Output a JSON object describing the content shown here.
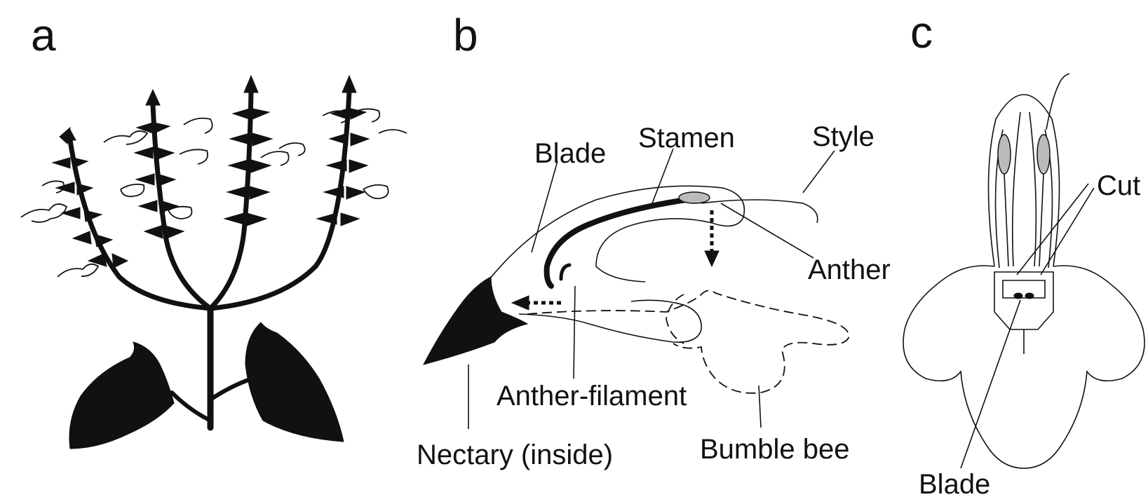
{
  "panels": {
    "a": "a",
    "b": "b",
    "c": "c"
  },
  "labels_b": {
    "blade": "Blade",
    "stamen": "Stamen",
    "style": "Style",
    "anther": "Anther",
    "anther_filament": "Anther-filament",
    "nectary": "Nectary (inside)",
    "bumble_bee": "Bumble bee"
  },
  "labels_c": {
    "cut": "Cut",
    "blade": "Blade"
  }
}
